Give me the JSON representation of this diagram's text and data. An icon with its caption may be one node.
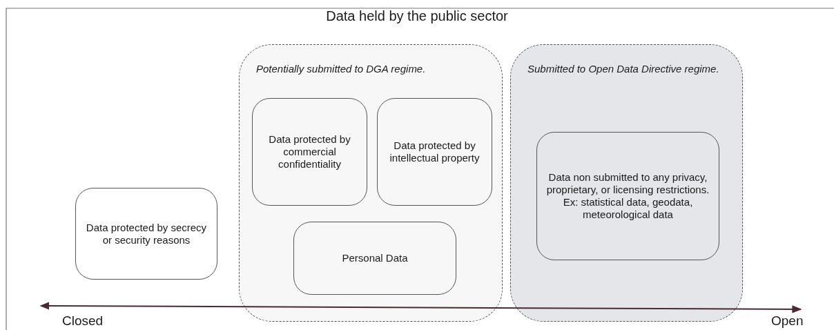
{
  "diagram": {
    "title": "Data held by the public sector",
    "nodes": [
      {
        "text": [
          "Data protected by secrecy or security reasons"
        ]
      },
      {
        "text": [
          "Potentially submitted to DGA regime."
        ]
      },
      {
        "text": [
          "Data protected by commercial confidentiality"
        ],
        "in": 1
      },
      {
        "text": [
          "Data protected by intellectual property"
        ],
        "in": 1
      },
      {
        "text": [
          "Personal Data"
        ],
        "in": 1
      },
      {
        "text": [
          "Submitted to Open Data Directive regime."
        ]
      },
      {
        "text": [
          "Data non submitted to any privacy, proprietary, or licensing restrictions. Ex: statistical data, geodata, meteorological data"
        ],
        "in": 5
      }
    ],
    "labels": [
      "Closed",
      "Open"
    ]
  }
}
